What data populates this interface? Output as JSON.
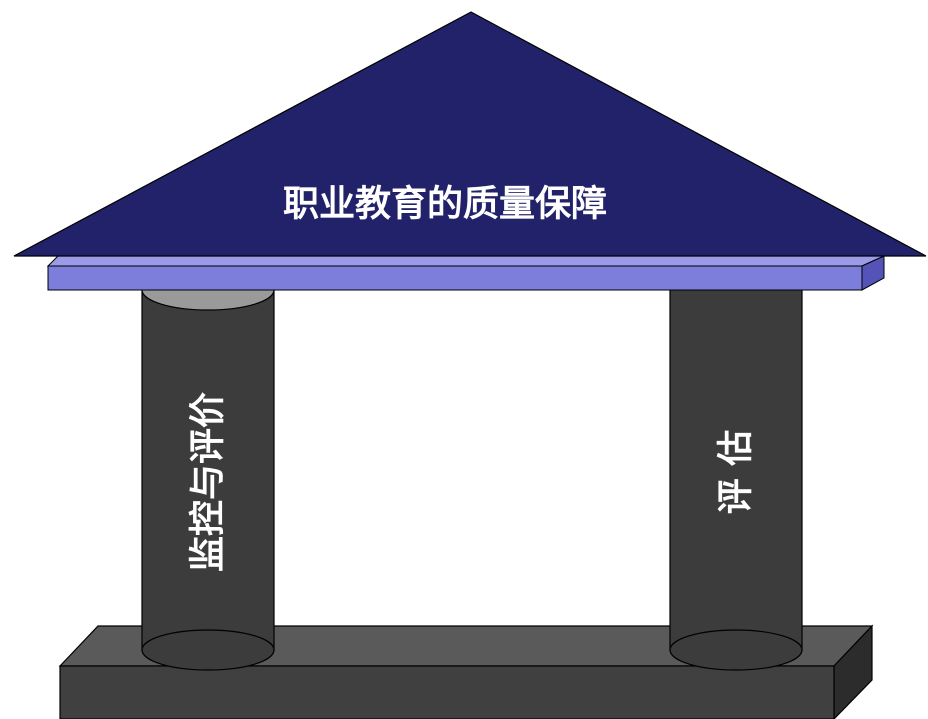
{
  "diagram": {
    "roof_label": "职业教育的质量保障",
    "left_pillar_label": "监控与评价",
    "right_pillar_label": "评 估"
  },
  "colors": {
    "roof": "#22226a",
    "beam": "#7d7ddc",
    "pillar": "#3c3c3c",
    "base": "#404040"
  }
}
